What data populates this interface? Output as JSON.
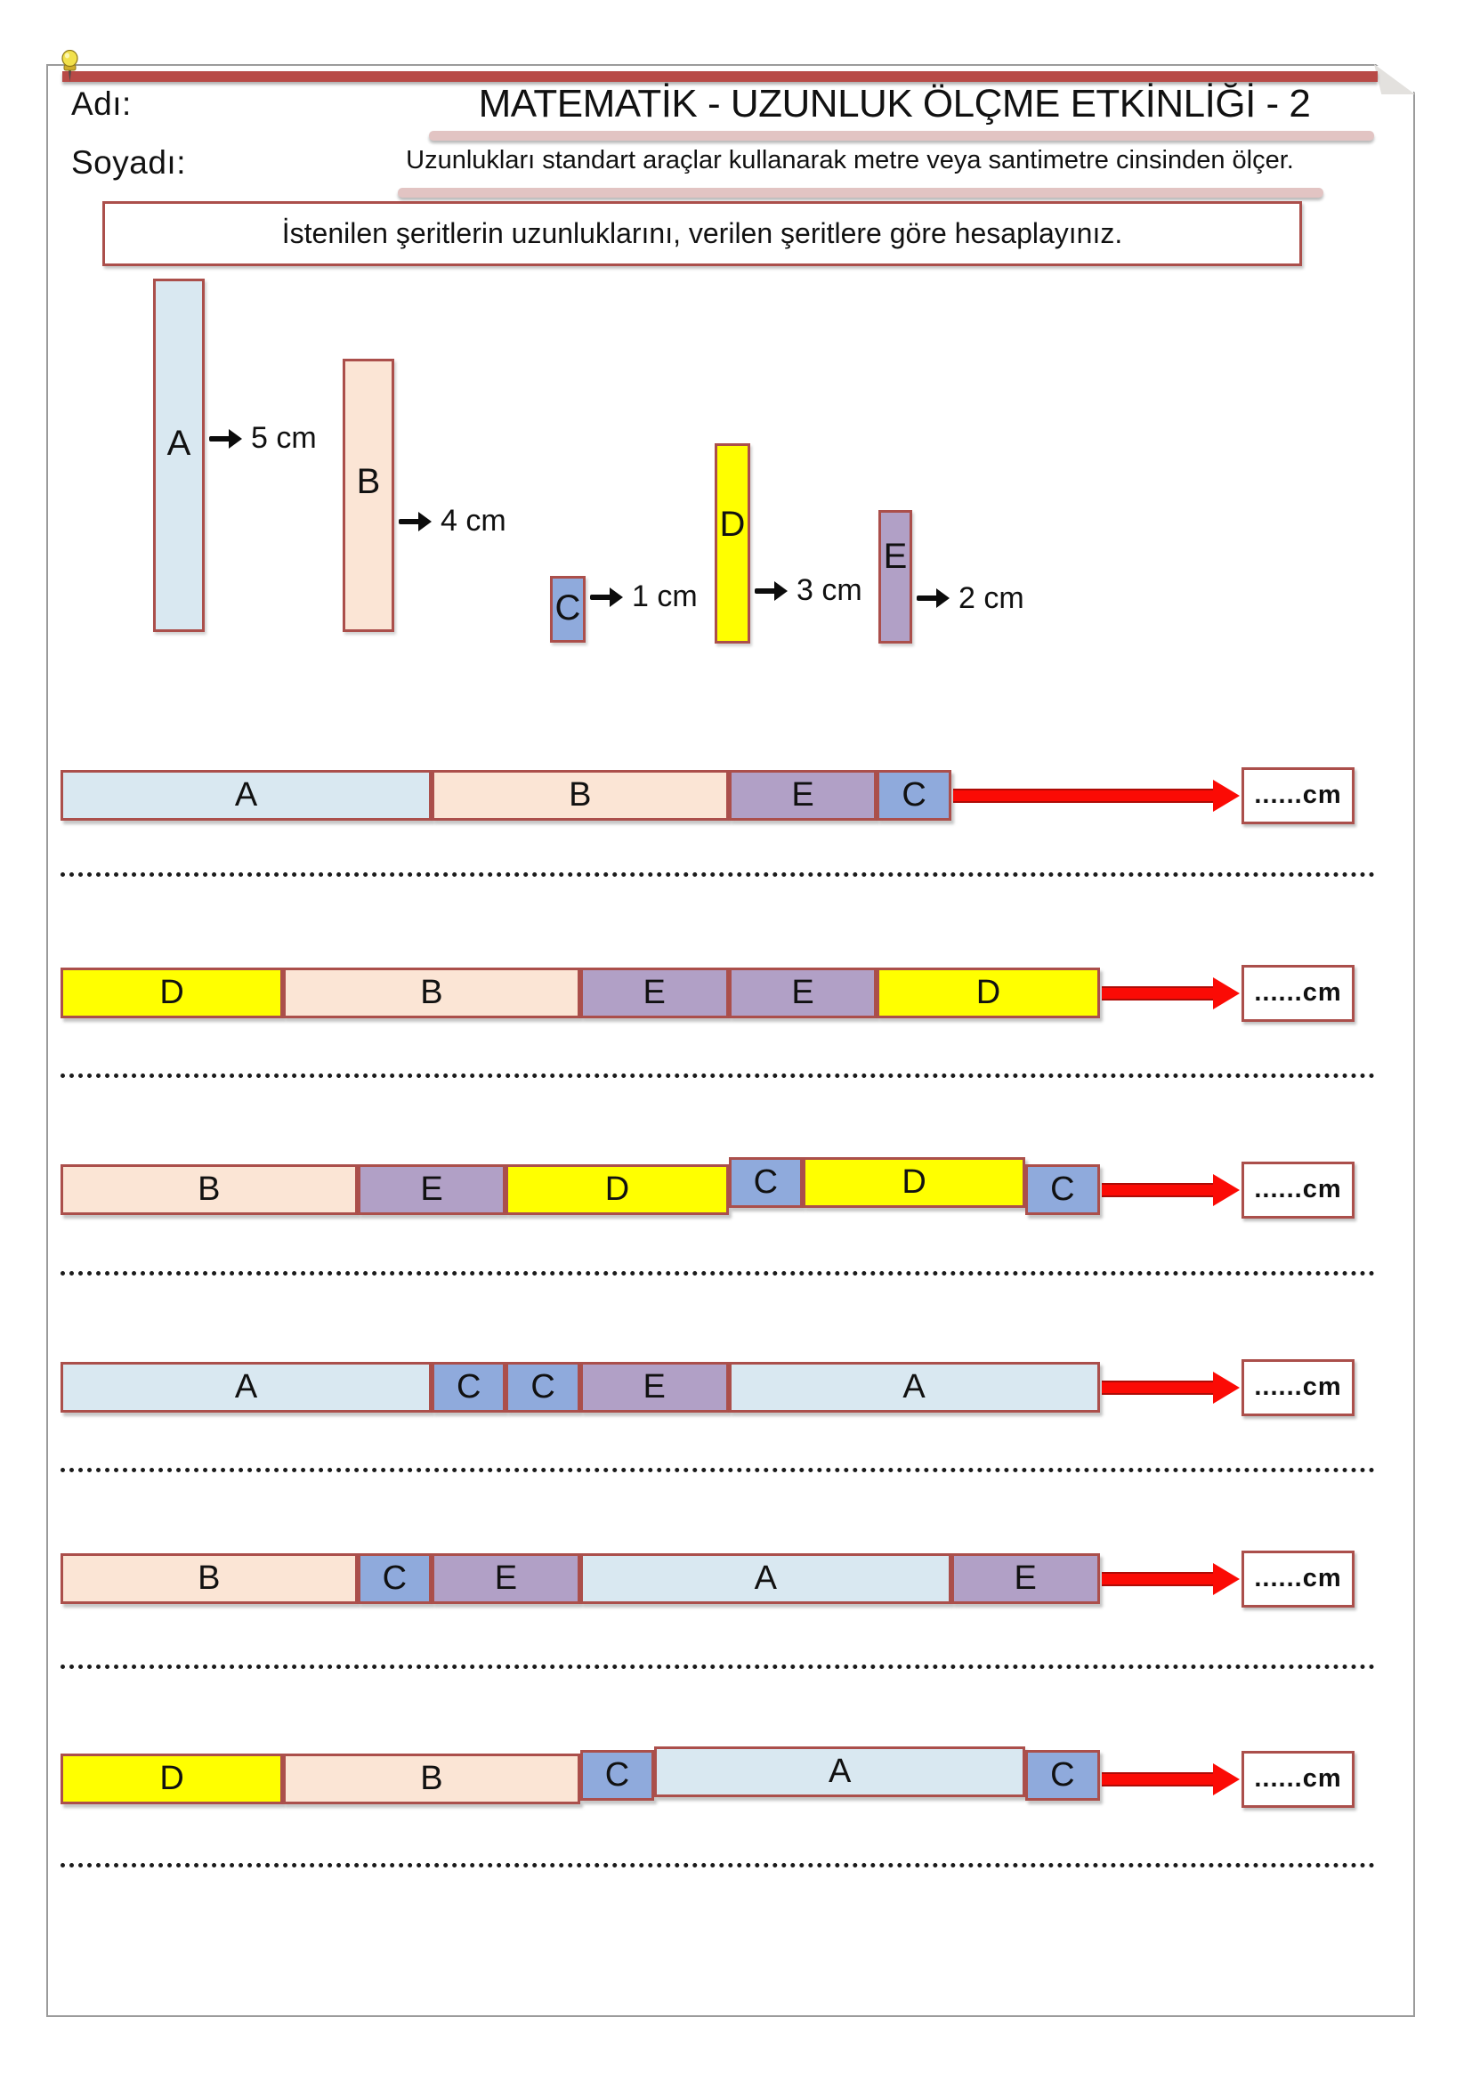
{
  "header": {
    "name_label": "Adı:",
    "surname_label": "Soyadı:",
    "title": "MATEMATİK - UZUNLUK ÖLÇME ETKİNLİĞİ - 2",
    "subtitle": "Uzunlukları standart araçlar kullanarak metre veya santimetre cinsinden ölçer.",
    "instruction": "İstenilen şeritlerin uzunluklarını, verilen şeritlere göre hesaplayınız."
  },
  "colors": {
    "A": "#d9e8f1",
    "B": "#fbe5d5",
    "C": "#8faadc",
    "D": "#ffff00",
    "E": "#b1a0c6",
    "strip_border": "#ab4f4b",
    "arrow_red": "#fb0b05",
    "top_bar": "#b84a47",
    "divider_pink": "#e2c4c3"
  },
  "strip_lengths_cm": {
    "A": 5,
    "B": 4,
    "C": 1,
    "D": 3,
    "E": 2
  },
  "reference_strips": [
    {
      "label": "A",
      "length_cm": 5,
      "value_text": "5 cm"
    },
    {
      "label": "B",
      "length_cm": 4,
      "value_text": "4 cm"
    },
    {
      "label": "C",
      "length_cm": 1,
      "value_text": "1 cm"
    },
    {
      "label": "D",
      "length_cm": 3,
      "value_text": "3 cm"
    },
    {
      "label": "E",
      "length_cm": 2,
      "value_text": "2 cm"
    }
  ],
  "problems": [
    {
      "segments": [
        "A",
        "B",
        "E",
        "C"
      ],
      "answer_text": "......cm"
    },
    {
      "segments": [
        "D",
        "B",
        "E",
        "E",
        "D"
      ],
      "answer_text": "......cm"
    },
    {
      "segments": [
        "B",
        "E",
        "D",
        "C",
        "D",
        "C"
      ],
      "answer_text": "......cm"
    },
    {
      "segments": [
        "A",
        "C",
        "C",
        "E",
        "A"
      ],
      "answer_text": "......cm"
    },
    {
      "segments": [
        "B",
        "C",
        "E",
        "A",
        "E"
      ],
      "answer_text": "......cm"
    },
    {
      "segments": [
        "D",
        "B",
        "C",
        "A",
        "C"
      ],
      "answer_text": "......cm"
    }
  ]
}
